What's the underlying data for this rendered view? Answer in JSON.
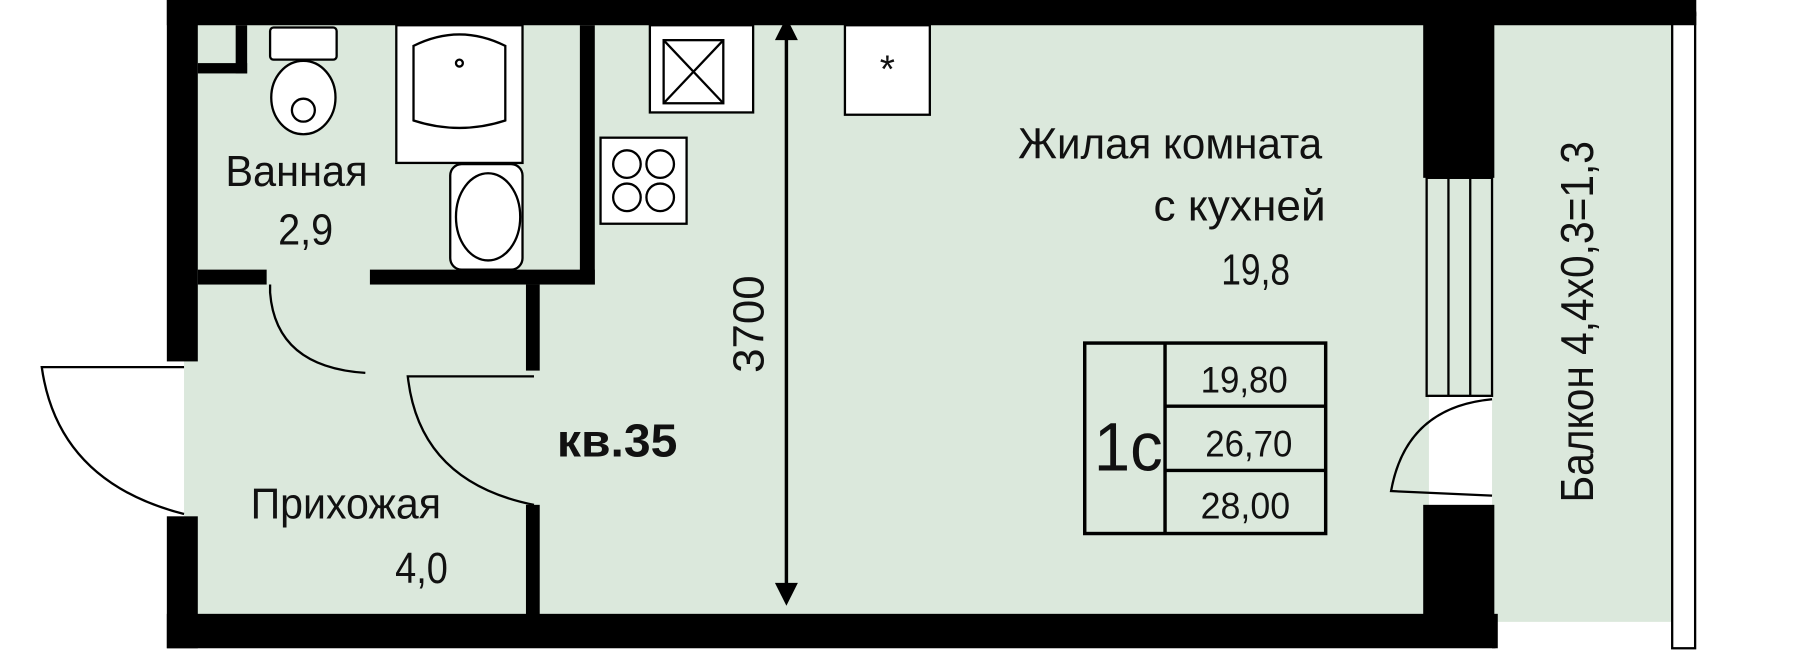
{
  "colors": {
    "floor": "#dbe8dc",
    "wall": "#000000",
    "balcony": "#dbe8dc"
  },
  "apartment": {
    "number_label": "кв.35",
    "dimension": "3700"
  },
  "rooms": {
    "bath": {
      "name": "Ванная",
      "area": "2,9"
    },
    "hall": {
      "name": "Прихожая",
      "area": "4,0"
    },
    "living": {
      "name_line1": "Жилая комната",
      "name_line2": "с кухней",
      "area": "19,8"
    },
    "balcony": {
      "label": "Балкон 4,4х0,3=1,3"
    }
  },
  "summary": {
    "type": "1с",
    "living_area": "19,80",
    "total_area": "26,70",
    "total_with_balcony": "28,00"
  },
  "icons": [
    "toilet-icon",
    "bathtub-icon",
    "washbasin-icon",
    "sink-icon",
    "stove-icon",
    "fridge-icon",
    "door-swing-icon",
    "window-icon",
    "dimension-arrow-icon"
  ]
}
